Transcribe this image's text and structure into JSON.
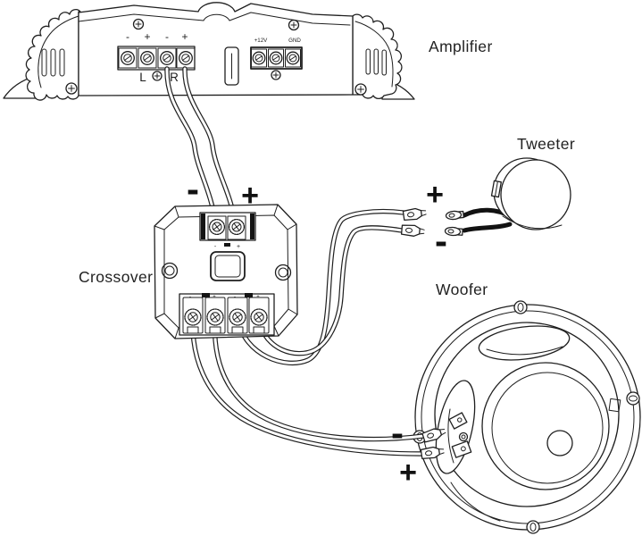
{
  "labels": {
    "amplifier": "Amplifier",
    "tweeter": "Tweeter",
    "crossover": "Crossover",
    "woofer": "Woofer"
  },
  "amplifier_terminals": {
    "t1": "-",
    "t2": "+",
    "t3": "-",
    "t4": "+",
    "left": "L",
    "right": "R",
    "power_12v": "+12V",
    "power_gnd": "GND"
  },
  "crossover_input": {
    "minus": "-",
    "plus": "+",
    "mark_minus": "-",
    "mark_plus": "+"
  },
  "crossover_output_marks": {
    "m1": "-",
    "m2": "+",
    "m3": "-",
    "m4": "+"
  },
  "tweeter_polarity": {
    "plus": "+",
    "minus": "-"
  },
  "woofer_polarity": {
    "minus": "-",
    "plus": "+"
  },
  "colors": {
    "line": "#1f1f1f",
    "background": "#ffffff"
  }
}
